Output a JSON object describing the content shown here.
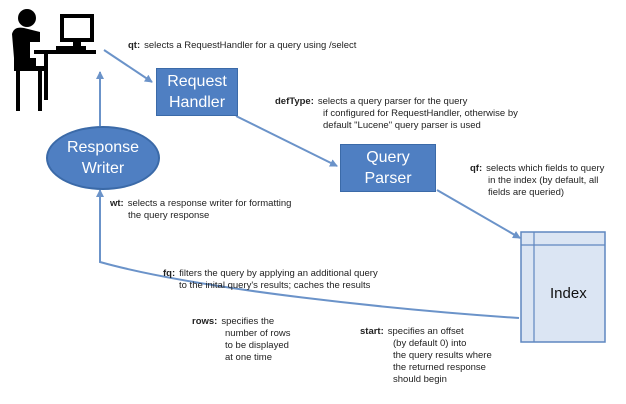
{
  "nodes": {
    "request_handler": [
      "Request",
      "Handler"
    ],
    "query_parser": [
      "Query",
      "Parser"
    ],
    "response_writer": [
      "Response",
      "Writer"
    ],
    "index": "Index"
  },
  "icons": {
    "user": "user-at-computer-icon"
  },
  "annotations": {
    "qt": {
      "key": "qt:",
      "text": "selects a RequestHandler for a query using /select"
    },
    "deftype": {
      "key": "defType:",
      "lines": [
        "selects a query parser for the query",
        "if configured for RequestHandler, otherwise by",
        "default \"Lucene\" query parser is used"
      ]
    },
    "qf": {
      "key": "qf:",
      "lines": [
        "selects which fields to query",
        "in the index (by default, all",
        "fields are queried)"
      ]
    },
    "wt": {
      "key": "wt:",
      "lines": [
        "selects a response writer for formatting",
        "the query response"
      ]
    },
    "fq": {
      "key": "fq:",
      "lines": [
        "filters the query by applying an additional query",
        "to the inital query's results; caches the results"
      ]
    },
    "rows": {
      "key": "rows:",
      "lines": [
        "specifies the",
        "number of rows",
        "to be displayed",
        "at one time"
      ]
    },
    "start": {
      "key": "start:",
      "lines": [
        "specifies an offset",
        "(by default 0) into",
        "the query results where",
        "the returned response",
        "should begin"
      ]
    }
  },
  "colors": {
    "node_fill": "#4f7fc2",
    "node_border": "#3b6aa8",
    "arrow": "#6b93c9",
    "index_fill": "#dbe5f3",
    "index_border": "#5f87c0",
    "user_icon": "#000000"
  }
}
